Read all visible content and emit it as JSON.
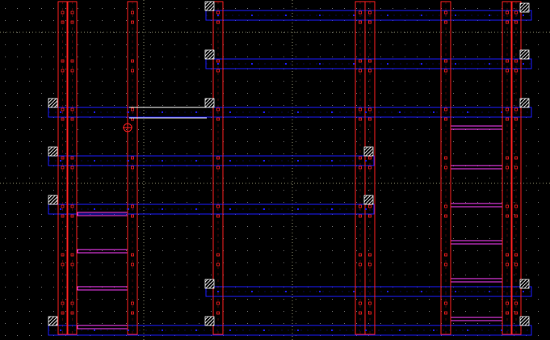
{
  "app": {
    "view": "layout-editor-canvas"
  },
  "colors": {
    "background": "#000000",
    "grid_dot": "#6f6f6f",
    "grid_line": "#8a8a6a",
    "red_layer": "#ff2020",
    "blue_layer": "#1c1cff",
    "magenta_layer": "#ff40ff",
    "white_layer": "#ffffff",
    "contact_fill": "#d8d8d8"
  },
  "icons": {
    "cursor": "crosshair-circle-icon",
    "contact": "hatched-contact-icon",
    "via": "via-dot-icon"
  },
  "layers": [
    "red-poly-columns",
    "blue-metal-rails",
    "magenta-straps",
    "white-wire",
    "contacts"
  ]
}
